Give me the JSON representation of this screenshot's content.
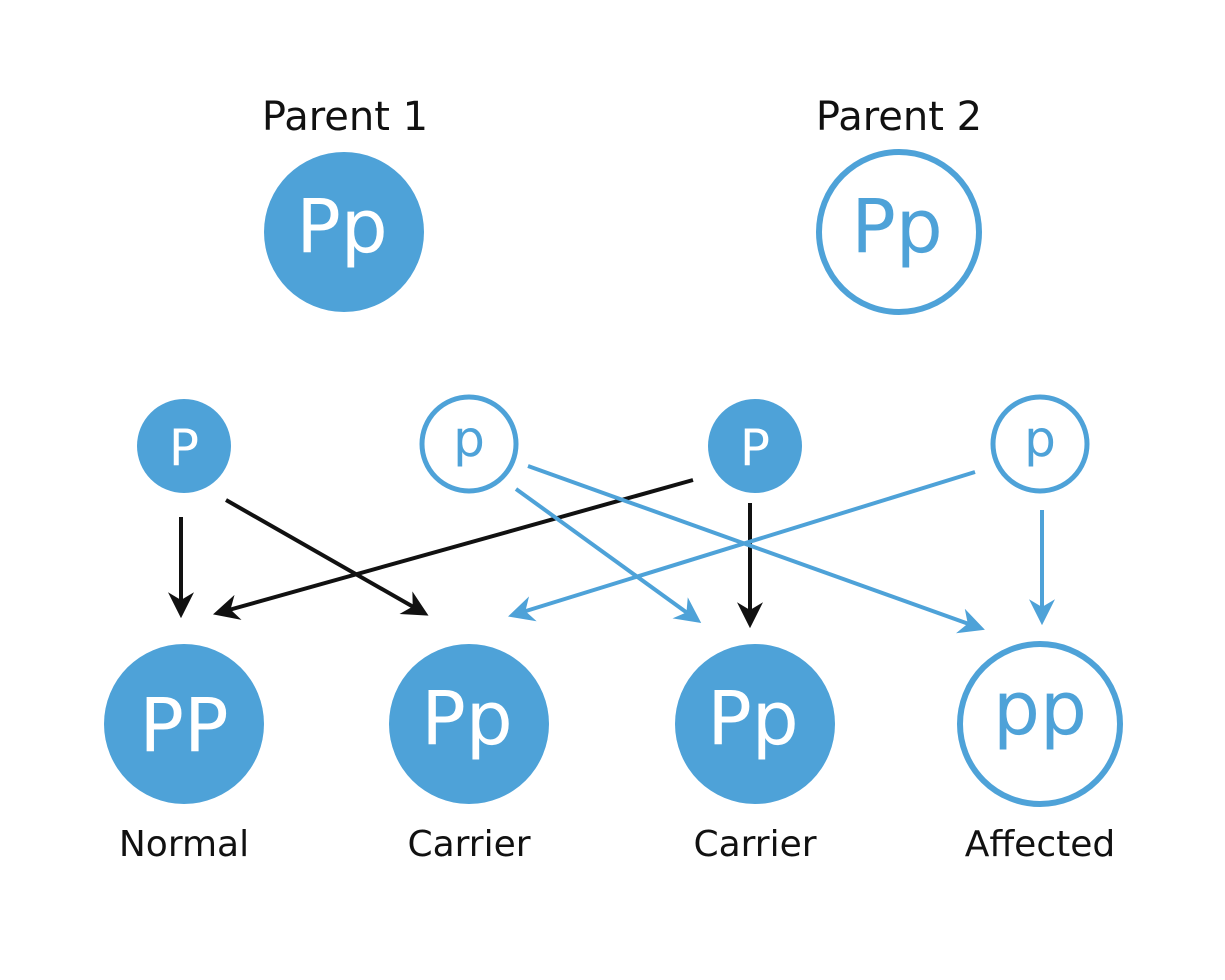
{
  "colors": {
    "blue": "#4ea2d8",
    "black": "#111111",
    "white": "#ffffff"
  },
  "parents": [
    {
      "title": "Parent 1",
      "genotype": "Pp",
      "style": "filled"
    },
    {
      "title": "Parent 2",
      "genotype": "Pp",
      "style": "outline"
    }
  ],
  "alleles": [
    {
      "label": "P",
      "style": "filled",
      "parent": "Parent 1"
    },
    {
      "label": "p",
      "style": "outline",
      "parent": "Parent 1"
    },
    {
      "label": "P",
      "style": "filled",
      "parent": "Parent 2"
    },
    {
      "label": "p",
      "style": "outline",
      "parent": "Parent 2"
    }
  ],
  "offspring": [
    {
      "genotype": "PP",
      "label": "Normal",
      "style": "filled"
    },
    {
      "genotype": "Pp",
      "label": "Carrier",
      "style": "filled"
    },
    {
      "genotype": "Pp",
      "label": "Carrier",
      "style": "filled"
    },
    {
      "genotype": "pp",
      "label": "Affected",
      "style": "outline"
    }
  ],
  "arrows": [
    {
      "from_allele": 0,
      "to_offspring": 0,
      "color": "black"
    },
    {
      "from_allele": 0,
      "to_offspring": 1,
      "color": "black"
    },
    {
      "from_allele": 1,
      "to_offspring": 2,
      "color": "blue"
    },
    {
      "from_allele": 1,
      "to_offspring": 3,
      "color": "blue"
    },
    {
      "from_allele": 2,
      "to_offspring": 0,
      "color": "black"
    },
    {
      "from_allele": 2,
      "to_offspring": 2,
      "color": "black"
    },
    {
      "from_allele": 3,
      "to_offspring": 1,
      "color": "blue"
    },
    {
      "from_allele": 3,
      "to_offspring": 3,
      "color": "blue"
    }
  ]
}
